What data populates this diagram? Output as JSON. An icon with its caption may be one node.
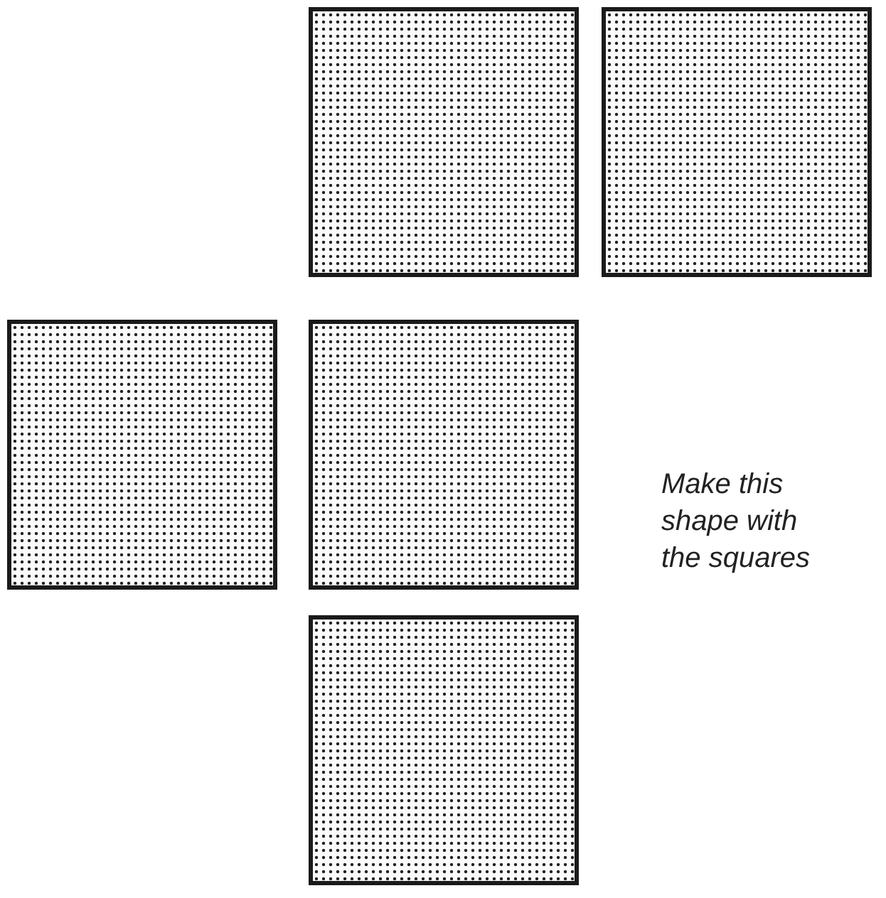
{
  "diagram": {
    "nodes": [
      {
        "text": [],
        "shape": "box"
      },
      {
        "text": [],
        "shape": "box"
      },
      {
        "text": [],
        "shape": "box"
      },
      {
        "text": [],
        "shape": "box"
      },
      {
        "text": [],
        "shape": "box"
      }
    ],
    "labels": [
      "Make this shape with the squares"
    ]
  }
}
